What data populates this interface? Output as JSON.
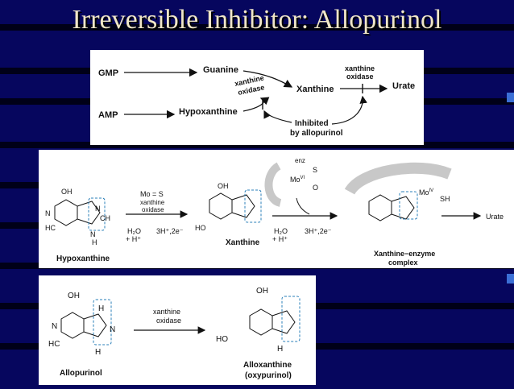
{
  "slide": {
    "title": "Irreversible Inhibitor: Allopurinol",
    "colors": {
      "background": "#06065e",
      "title_text": "#f0e6c8",
      "highlight_box": "#2a7fb8",
      "enzyme_shape": "#c8c8c8"
    }
  },
  "pathway": {
    "gmp": "GMP",
    "amp": "AMP",
    "guanine": "Guanine",
    "hypoxanthine": "Hypoxanthine",
    "xanthine": "Xanthine",
    "urate": "Urate",
    "xo_line1": "xanthine",
    "xo_line2": "oxidase",
    "inhib_line1": "Inhibited",
    "inhib_line2": "by allopurinol"
  },
  "mechanism": {
    "hypoxanthine_label": "Hypoxanthine",
    "xanthine_label": "Xanthine",
    "complex_line1": "Xanthine−enzyme",
    "complex_line2": "complex",
    "urate_label": "Urate",
    "enzyme_arrow_line1": "Mo = S",
    "enzyme_arrow_line2": "xanthine",
    "enzyme_arrow_line3": "oxidase",
    "water1": "H₂O",
    "hplus1": "+ H⁺",
    "electrons1": "3H⁺,2e⁻",
    "water2": "H₂O",
    "hplus2": "+ H⁺",
    "electrons2": "3H⁺,2e⁻",
    "enz": "enz",
    "mo_vi": "Mo",
    "mo_vi_sup": "VI",
    "mo_iv": "Mo",
    "mo_iv_sup": "IV",
    "sh": "SH",
    "atom_s": "S",
    "atom_o": "O"
  },
  "allopurinol": {
    "label": "Allopurinol",
    "arrow_line1": "xanthine",
    "arrow_line2": "oxidase",
    "product_line1": "Alloxanthine",
    "product_line2": "(oxypurinol)"
  }
}
